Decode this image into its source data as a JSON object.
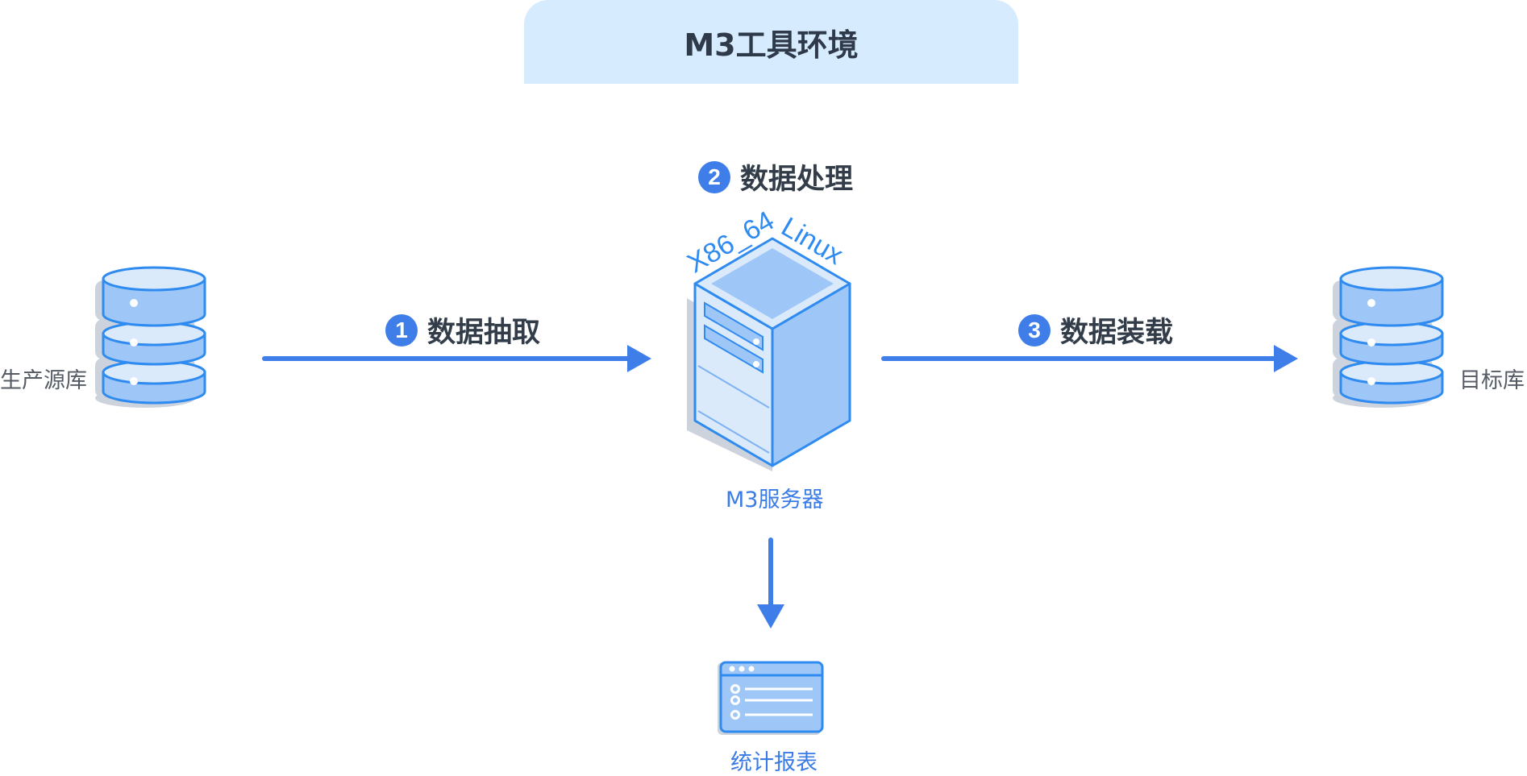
{
  "environment": {
    "title": "M3工具环境"
  },
  "steps": [
    {
      "number": "1",
      "label": "数据抽取"
    },
    {
      "number": "2",
      "label": "数据处理"
    },
    {
      "number": "3",
      "label": "数据装载"
    }
  ],
  "nodes": {
    "source_db": "生产源库",
    "target_db": "目标库",
    "server": "M3服务器",
    "server_os": "X86_64Linux",
    "report": "统计报表"
  },
  "colors": {
    "accent": "#3f7ee8",
    "light_fill": "#d6ebfd",
    "db_fill": "#9ec7f8",
    "db_top": "#dbeafb",
    "stroke": "#2f8bf0",
    "shadow": "#cfd5de"
  }
}
